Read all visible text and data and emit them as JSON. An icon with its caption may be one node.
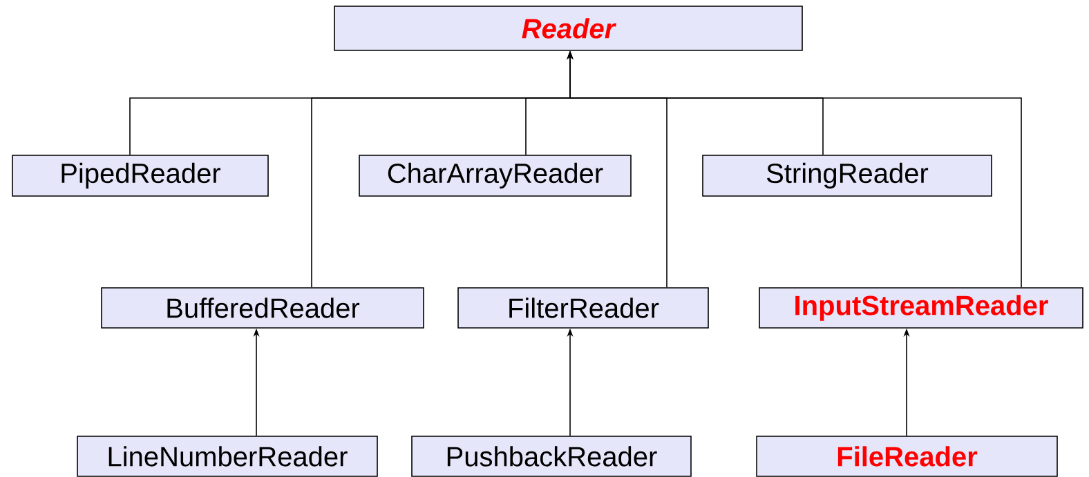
{
  "diagram": {
    "nodes": [
      {
        "text": [
          "Reader"
        ]
      },
      {
        "text": [
          "PipedReader"
        ]
      },
      {
        "text": [
          "CharArrayReader"
        ]
      },
      {
        "text": [
          "StringReader"
        ]
      },
      {
        "text": [
          "BufferedReader"
        ]
      },
      {
        "text": [
          "FilterReader"
        ]
      },
      {
        "text": [
          "InputStreamReader"
        ]
      },
      {
        "text": [
          "LineNumberReader"
        ]
      },
      {
        "text": [
          "PushbackReader"
        ]
      },
      {
        "text": [
          "FileReader"
        ]
      }
    ],
    "edges": [
      {
        "from": 1,
        "to": 0,
        "arrow": "to"
      },
      {
        "from": 4,
        "to": 0,
        "arrow": "to"
      },
      {
        "from": 2,
        "to": 0,
        "arrow": "to"
      },
      {
        "from": 5,
        "to": 0,
        "arrow": "to"
      },
      {
        "from": 3,
        "to": 0,
        "arrow": "to"
      },
      {
        "from": 6,
        "to": 0,
        "arrow": "to"
      },
      {
        "from": 7,
        "to": 4,
        "arrow": "to"
      },
      {
        "from": 8,
        "to": 5,
        "arrow": "to"
      },
      {
        "from": 9,
        "to": 6,
        "arrow": "to"
      }
    ]
  }
}
